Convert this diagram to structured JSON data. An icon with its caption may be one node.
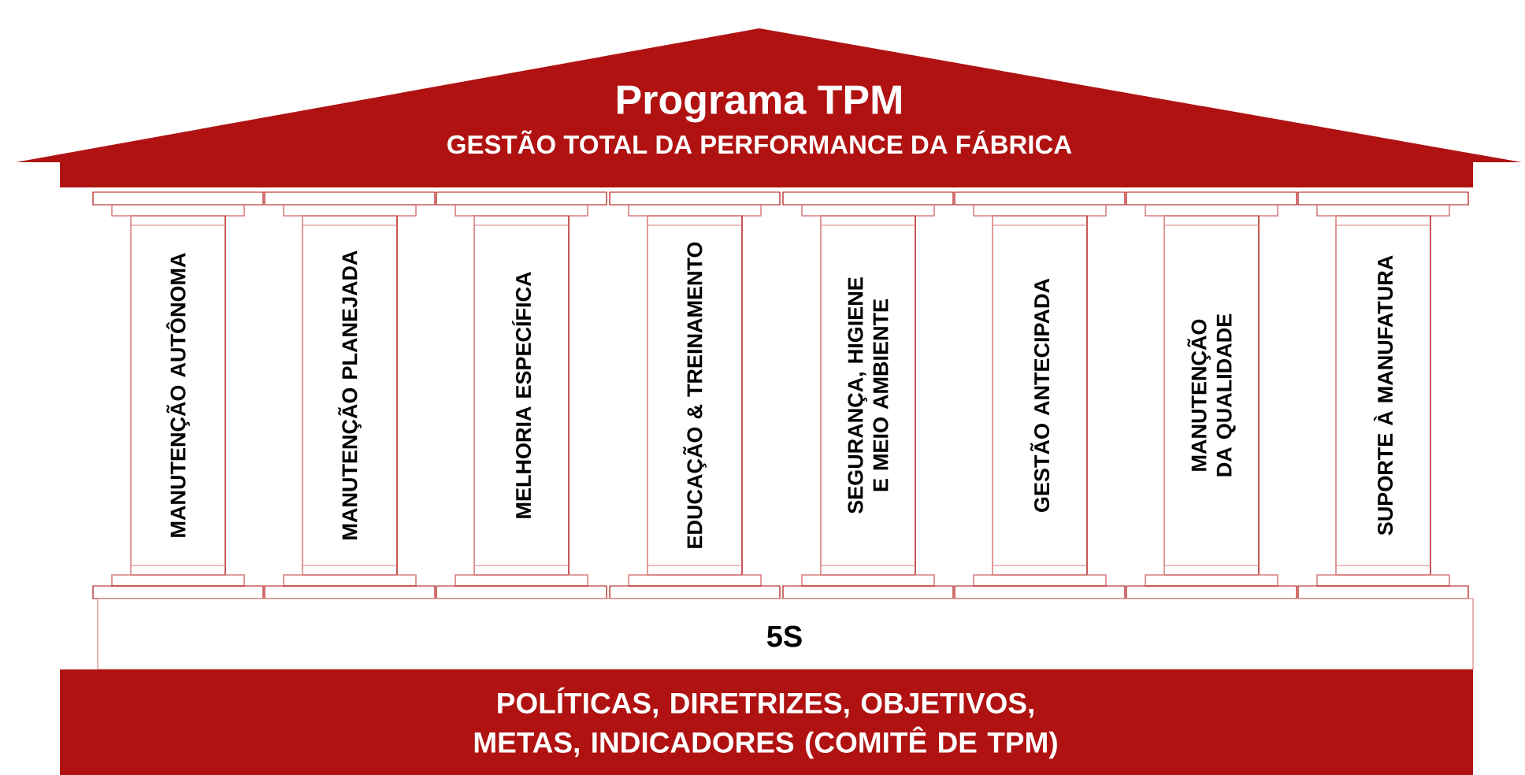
{
  "diagram": {
    "nodes": [
      {
        "text": [
          "Programa TPM",
          "GESTÃO TOTAL DA PERFORMANCE DA FÁBRICA"
        ]
      },
      {
        "text": [
          "MANUTENÇÃO AUTÔNOMA"
        ]
      },
      {
        "text": [
          "MANUTENÇÃO PLANEJADA"
        ]
      },
      {
        "text": [
          "MELHORIA ESPECÍFICA"
        ]
      },
      {
        "text": [
          "EDUCAÇÃO & TREINAMENTO"
        ]
      },
      {
        "text": [
          "SEGURANÇA, HIGIENE E MEIO AMBIENTE"
        ]
      },
      {
        "text": [
          "GESTÃO ANTECIPADA"
        ]
      },
      {
        "text": [
          "MANUTENÇÃO DA QUALIDADE"
        ]
      },
      {
        "text": [
          "SUPORTE À MANUFATURA"
        ]
      },
      {
        "text": [
          "5S"
        ]
      },
      {
        "text": [
          "POLÍTICAS, DIRETRIZES, OBJETIVOS, METAS, INDICADORES (COMITÊ DE TPM)"
        ]
      }
    ]
  }
}
